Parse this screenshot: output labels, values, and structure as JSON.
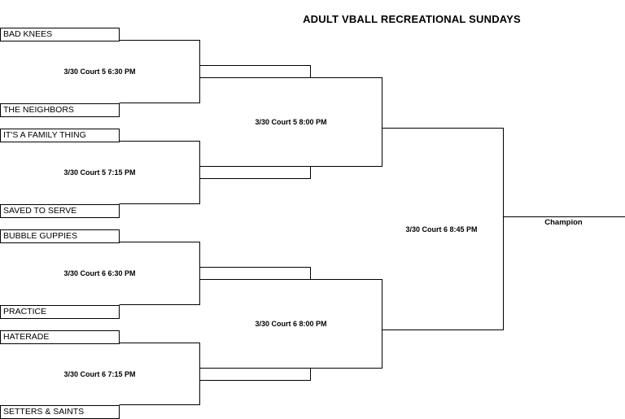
{
  "title": "ADULT VBALL RECREATIONAL SUNDAYS",
  "teams": [
    "BAD KNEES",
    "THE NEIGHBORS",
    "IT'S A FAMILY THING",
    "SAVED TO SERVE",
    "BUBBLE GUPPIES",
    "PRACTICE",
    "HATERADE",
    "SETTERS & SAINTS"
  ],
  "round1": [
    "3/30 Court 5 6:30 PM",
    "3/30 Court 5 7:15 PM",
    "3/30 Court 6 6:30 PM",
    "3/30 Court 6 7:15 PM"
  ],
  "round2": [
    "3/30 Court 5 8:00 PM",
    "3/30 Court 6 8:00 PM"
  ],
  "final": "3/30 Court 6 8:45 PM",
  "champion_label": "Champion"
}
